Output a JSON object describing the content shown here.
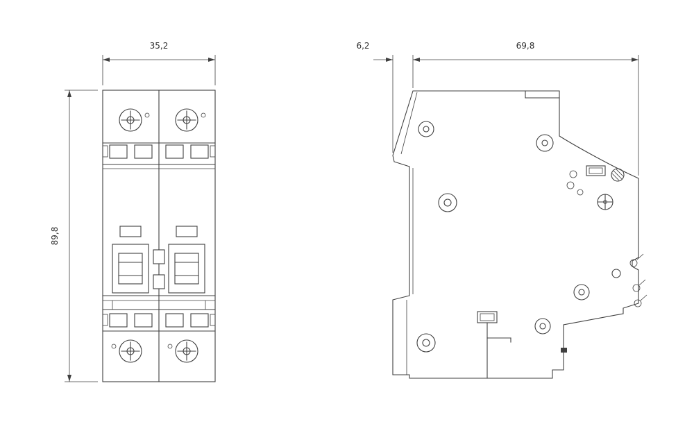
{
  "drawing": {
    "views": {
      "front": {
        "width_label": "35,2",
        "height_label": "89,8"
      },
      "side": {
        "clip_depth_label": "6,2",
        "body_depth_label": "69,8"
      }
    },
    "colors": {
      "line": "#3f3f3f",
      "background": "#ffffff"
    }
  }
}
